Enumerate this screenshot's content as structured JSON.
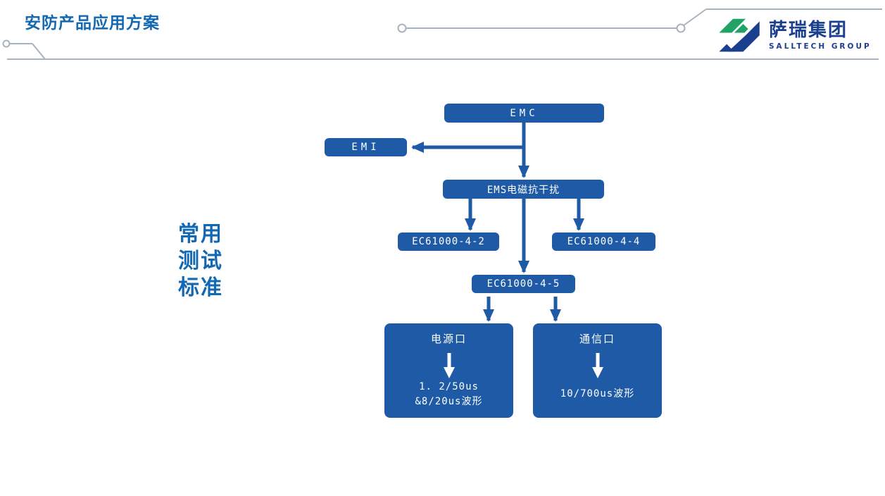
{
  "colors": {
    "box_blue": "#1e5aa5",
    "title_blue": "#1268b3",
    "logo_blue": "#1b3f8f",
    "logo_green": "#21a366",
    "decor_gray": "#a9b3bd"
  },
  "header": {
    "title": "安防产品应用方案",
    "logo": {
      "name_cn": "萨瑞集团",
      "name_en": "SALLTECH GROUP"
    }
  },
  "side_label": {
    "lines": [
      "常用",
      "测试",
      "标准"
    ]
  },
  "diagram": {
    "nodes": {
      "emc": {
        "label": "EMC"
      },
      "emi": {
        "label": "EMI"
      },
      "ems": {
        "label": "EMS电磁抗干扰"
      },
      "ec42": {
        "label": "EC61000-4-2"
      },
      "ec44": {
        "label": "EC61000-4-4"
      },
      "ec45": {
        "label": "EC61000-4-5"
      },
      "power_port": {
        "title": "电源口",
        "lines": [
          "1. 2/50us",
          "&8/20us波形"
        ]
      },
      "comm_port": {
        "title": "通信口",
        "lines": [
          "10/700us波形"
        ]
      }
    }
  }
}
